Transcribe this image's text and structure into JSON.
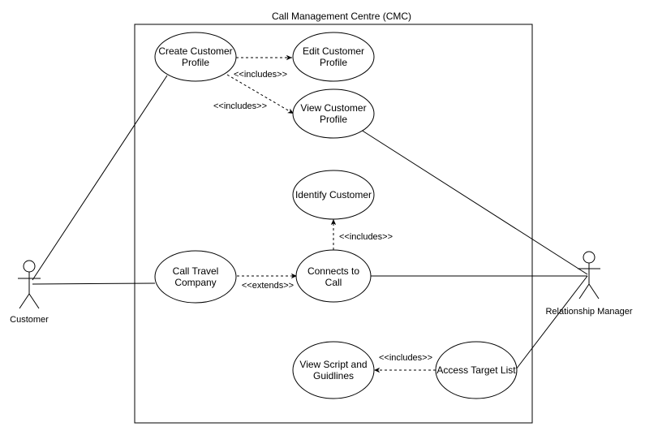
{
  "diagram": {
    "system_title": "Call Management Centre (CMC)",
    "actors": {
      "customer": "Customer",
      "relationship_manager": "Relationship Manager"
    },
    "use_cases": {
      "create_customer_profile": [
        "Create Customer",
        "Profile"
      ],
      "edit_customer_profile": [
        "Edit Customer",
        "Profile"
      ],
      "view_customer_profile": [
        "View Customer",
        "Profile"
      ],
      "identify_customer": [
        "Identify Customer"
      ],
      "call_travel_company": [
        "Call Travel",
        "Company"
      ],
      "connects_to_call": [
        "Connects to",
        "Call"
      ],
      "view_script": [
        "View Script and",
        "Guidlines"
      ],
      "access_target_list": [
        "Access Target List"
      ]
    },
    "relations": {
      "includes_edit": "<<includes>>",
      "includes_view": "<<includes>>",
      "includes_identify": "<<includes>>",
      "extends_connect": "<<extends>>",
      "includes_script": "<<includes>>"
    },
    "colors": {
      "stroke": "#000000",
      "fill": "#ffffff",
      "background": "#ffffff"
    }
  }
}
